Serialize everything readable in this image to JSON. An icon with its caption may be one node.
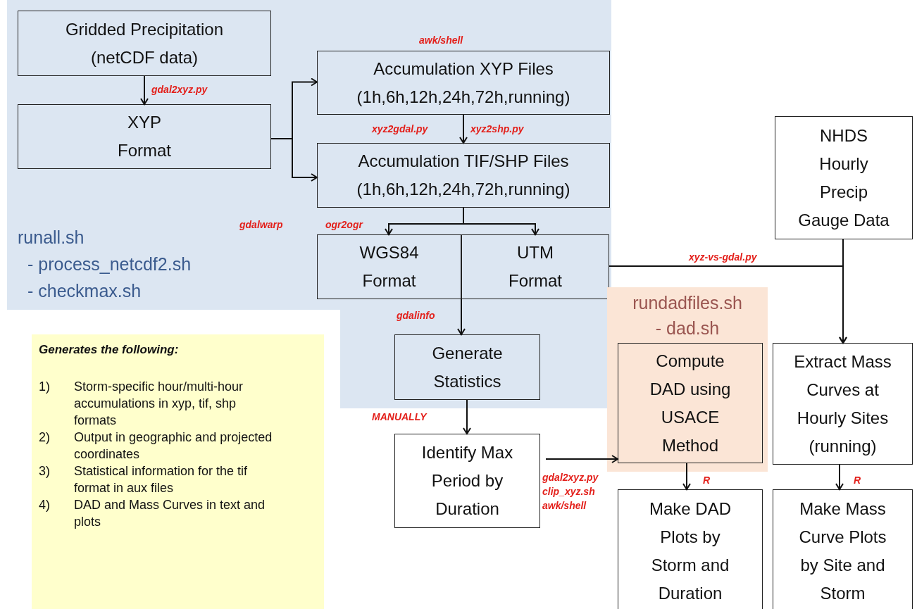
{
  "diagram": {
    "nodes": [
      {
        "text": [
          "runall.sh",
          "- process_netcdf2.sh",
          "- checkmax.sh"
        ]
      },
      {
        "text": [
          "Gridded Precipitation (netCDF data)"
        ],
        "in": 0
      },
      {
        "text": [
          "Accumulation XYP Files (1h,6h,12h,24h,72h,running)"
        ],
        "in": 0
      },
      {
        "text": [
          "XYP Format"
        ],
        "in": 0
      },
      {
        "text": [
          "Accumulation TIF/SHP Files (1h,6h,12h,24h,72h,running)"
        ],
        "in": 0
      },
      {
        "text": [
          "NHDS Hourly Precip Gauge Data"
        ]
      },
      {
        "text": [
          "WGS84 Format"
        ],
        "in": 0
      },
      {
        "text": [
          "UTM Format"
        ],
        "in": 0
      },
      {
        "text": [
          "Generate Statistics"
        ],
        "in": 0
      },
      {
        "text": [
          "Generates the following:",
          "1)",
          "Storm-specific hour/multi-hour accumulations in xyp, tif, shp formats",
          "2)",
          "Output in geographic and projected coordinates",
          "3)",
          "Statistical information for the tif format in aux files",
          "4)",
          "DAD and Mass Curves in text and plots"
        ]
      },
      {
        "text": [
          "rundadfiles.sh",
          "- dad.sh"
        ]
      },
      {
        "text": [
          "Compute DAD using USACE Method"
        ],
        "in": 10
      },
      {
        "text": [
          "Extract Mass Curves at Hourly Sites (running)"
        ]
      },
      {
        "text": [
          "Identify Max Period by Duration"
        ]
      },
      {
        "text": [
          "Make DAD Plots by Storm and Duration"
        ]
      },
      {
        "text": [
          "Make Mass Curve Plots by Site and Storm"
        ]
      }
    ],
    "edges": [
      {
        "from": 1,
        "to": 3,
        "arrow": "to",
        "label": "gdal2xyz.py"
      },
      {
        "from": 3,
        "to": 2,
        "arrow": "to"
      },
      {
        "from": 3,
        "to": 4,
        "arrow": "to"
      },
      {
        "from": 2,
        "to": 4,
        "arrow": "to",
        "label": "xyz2gdal.py"
      },
      {
        "from": 4,
        "to": 6,
        "arrow": "to",
        "label": "ogr2ogr"
      },
      {
        "from": 4,
        "to": 7,
        "arrow": "to"
      },
      {
        "from": 6,
        "to": 8,
        "arrow": "to",
        "label": "gdalinfo"
      },
      {
        "from": 7,
        "to": 8,
        "arrow": "to"
      },
      {
        "from": 7,
        "to": 12,
        "arrow": "to",
        "label": "xyz-vs-gdal.py"
      },
      {
        "from": 5,
        "to": 12,
        "arrow": "to"
      },
      {
        "from": 8,
        "to": 13,
        "arrow": "to",
        "label": "MANUALLY"
      },
      {
        "from": 13,
        "to": 11,
        "arrow": "to",
        "label": "gdal2xyz.py clip_xyz.sh awk/shell"
      },
      {
        "from": 11,
        "to": 14,
        "arrow": "to",
        "label": "R"
      },
      {
        "from": 12,
        "to": 15,
        "arrow": "to",
        "label": "R"
      }
    ],
    "labels": [
      "awk/shell",
      "xyz2shp.py",
      "gdalwarp"
    ]
  }
}
